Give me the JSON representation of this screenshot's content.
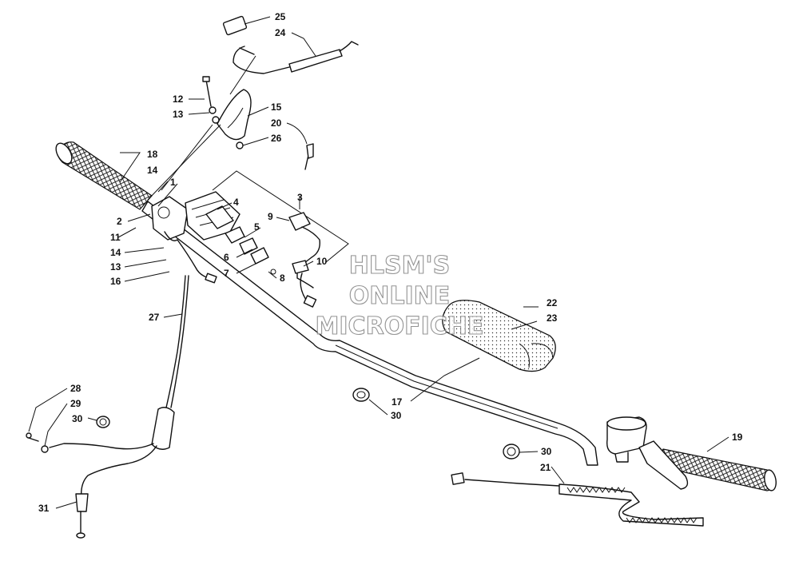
{
  "callouts": {
    "c1": "1",
    "c2": "2",
    "c3": "3",
    "c4": "4",
    "c5": "5",
    "c6": "6",
    "c7": "7",
    "c8": "8",
    "c9": "9",
    "c10": "10",
    "c11": "11",
    "c12": "12",
    "c13a": "13",
    "c13b": "13",
    "c14a": "14",
    "c14b": "14",
    "c15": "15",
    "c16": "16",
    "c17": "17",
    "c18": "18",
    "c19": "19",
    "c20": "20",
    "c21": "21",
    "c22": "22",
    "c23": "23",
    "c24": "24",
    "c25": "25",
    "c26": "26",
    "c27": "27",
    "c28": "28",
    "c29": "29",
    "c30a": "30",
    "c30b": "30",
    "c30c": "30",
    "c31": "31"
  },
  "watermark": {
    "line1": "HLSM'S",
    "line2": "ONLINE",
    "line3": "MICROFICHE"
  }
}
